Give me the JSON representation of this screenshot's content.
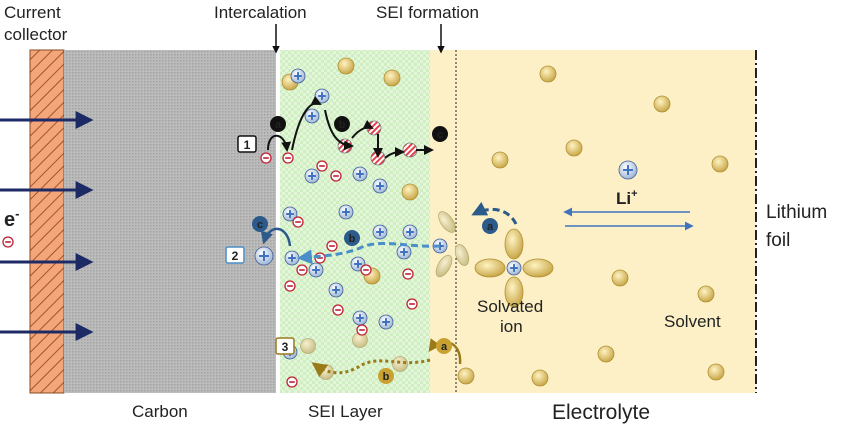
{
  "labels": {
    "current_collector_1": "Current",
    "current_collector_2": "collector",
    "intercalation": "Intercalation",
    "sei_formation": "SEI formation",
    "electron": "e",
    "electron_sup": "-",
    "lithium_1": "Lithium",
    "lithium_2": "foil",
    "li_ion": "Li",
    "li_ion_sup": "+",
    "solvated_1": "Solvated",
    "solvated_2": "ion",
    "solvent": "Solvent",
    "carbon": "Carbon",
    "sei_layer": "SEI Layer",
    "electrolyte": "Electrolyte"
  },
  "steps": {
    "s1": "1",
    "s2": "2",
    "s3": "3",
    "a": "a",
    "b": "b",
    "c": "c"
  },
  "colors": {
    "collector": "#f2a679",
    "carbon": "#b9b9b9",
    "sei": "#cdeec0",
    "electrolyte": "#fdf0c6",
    "arrow_navy": "#1c2a66",
    "path2_blue": "#4a8fc8",
    "path3_gold": "#9b7a1a"
  }
}
